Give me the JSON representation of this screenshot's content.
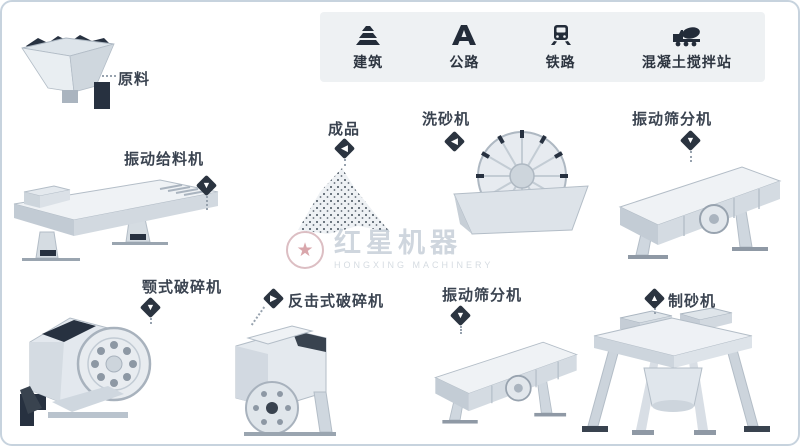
{
  "legend": {
    "items": [
      {
        "label": "建筑",
        "icon": "building-icon"
      },
      {
        "label": "公路",
        "icon": "highway-icon"
      },
      {
        "label": "铁路",
        "icon": "railway-icon"
      },
      {
        "label": "混凝土搅拌站",
        "icon": "mixer-truck-icon"
      }
    ]
  },
  "nodes": {
    "raw_material": {
      "label": "原料"
    },
    "vibrating_feeder": {
      "label": "振动给料机",
      "arrow": "▼"
    },
    "finished_product": {
      "label": "成品",
      "arrow": "◀"
    },
    "sand_washer": {
      "label": "洗砂机",
      "arrow": "◀"
    },
    "vibrating_screen_top": {
      "label": "振动筛分机",
      "arrow": "▼"
    },
    "jaw_crusher": {
      "label": "颚式破碎机",
      "arrow": "▼"
    },
    "impact_crusher": {
      "label": "反击式破碎机",
      "arrow": "▶"
    },
    "vibrating_screen_bottom": {
      "label": "振动筛分机",
      "arrow": "▼"
    },
    "sand_maker": {
      "label": "制砂机",
      "arrow": "▲"
    }
  },
  "watermark": {
    "star": "★",
    "brand": "红星机器",
    "subtitle": "HONGXING MACHINERY"
  },
  "colors": {
    "frame_border": "#c7d3de",
    "legend_bg": "#eef1f3",
    "marker": "#2b3440",
    "icon_dark": "#232c39",
    "machine_light": "#eff2f5",
    "machine_mid": "#d2d9e0",
    "machine_dark_accent": "#273140",
    "watermark_text": "#a9b6c4",
    "watermark_red": "#bb5f68"
  }
}
